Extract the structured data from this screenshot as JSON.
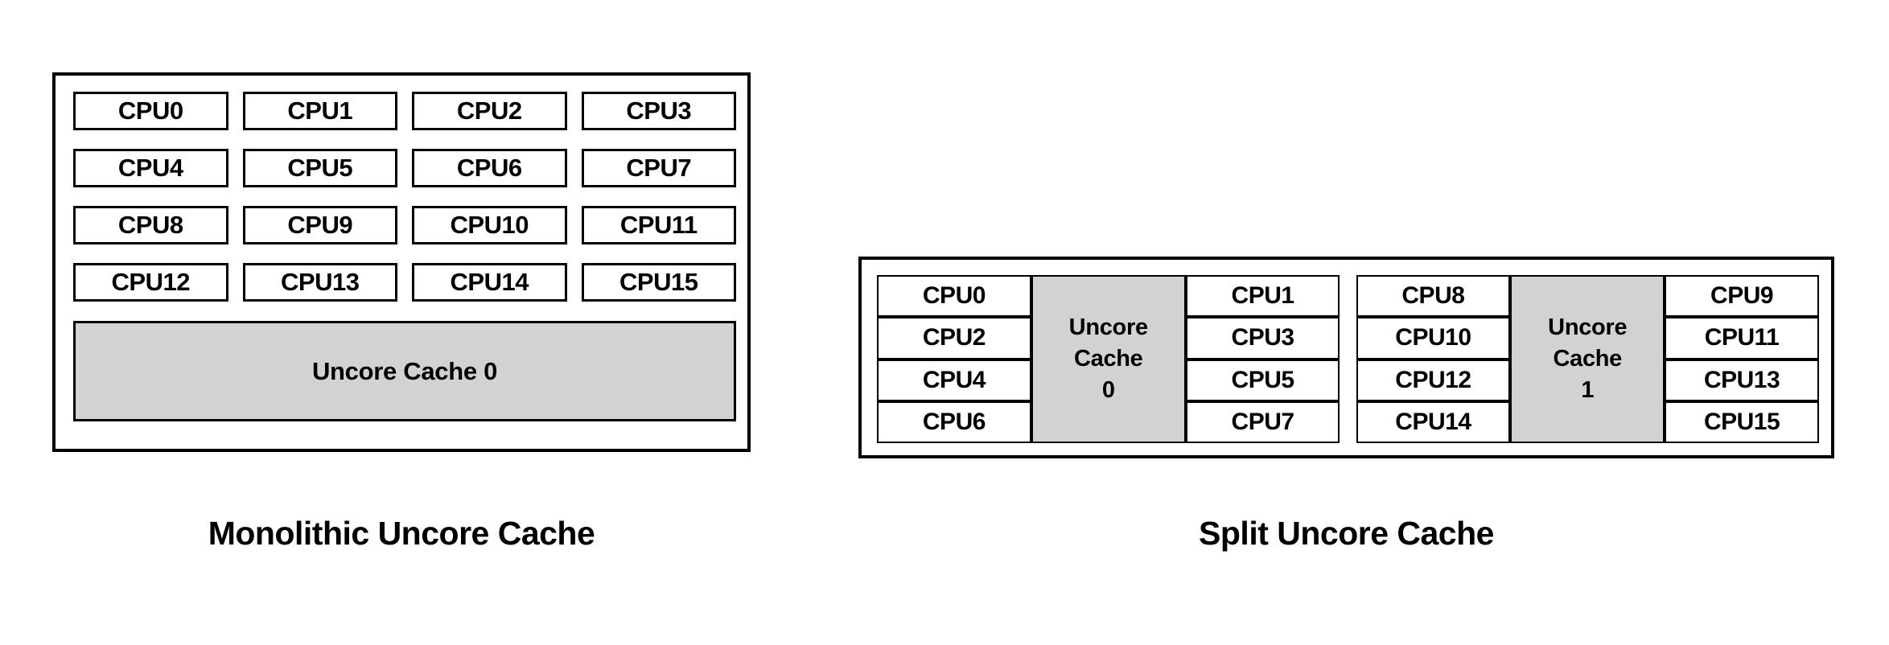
{
  "colors": {
    "background": "#ffffff",
    "outline": "#000000",
    "cache_fill": "#d2d2d2",
    "cpu_fill": "#ffffff",
    "text": "#000000"
  },
  "diagrams": [
    {
      "id": "monolithic",
      "caption": "Monolithic Uncore Cache",
      "cpus": [
        "CPU0",
        "CPU1",
        "CPU2",
        "CPU3",
        "CPU4",
        "CPU5",
        "CPU6",
        "CPU7",
        "CPU8",
        "CPU9",
        "CPU10",
        "CPU11",
        "CPU12",
        "CPU13",
        "CPU14",
        "CPU15"
      ],
      "cache_label": "Uncore Cache 0"
    },
    {
      "id": "split",
      "caption": "Split Uncore Cache",
      "clusters": [
        {
          "left_cpus": [
            "CPU0",
            "CPU2",
            "CPU4",
            "CPU6"
          ],
          "right_cpus": [
            "CPU1",
            "CPU3",
            "CPU5",
            "CPU7"
          ],
          "cache_line1": "Uncore",
          "cache_line2": "Cache",
          "cache_line3": "0"
        },
        {
          "left_cpus": [
            "CPU8",
            "CPU10",
            "CPU12",
            "CPU14"
          ],
          "right_cpus": [
            "CPU9",
            "CPU11",
            "CPU13",
            "CPU15"
          ],
          "cache_line1": "Uncore",
          "cache_line2": "Cache",
          "cache_line3": "1"
        }
      ]
    }
  ]
}
